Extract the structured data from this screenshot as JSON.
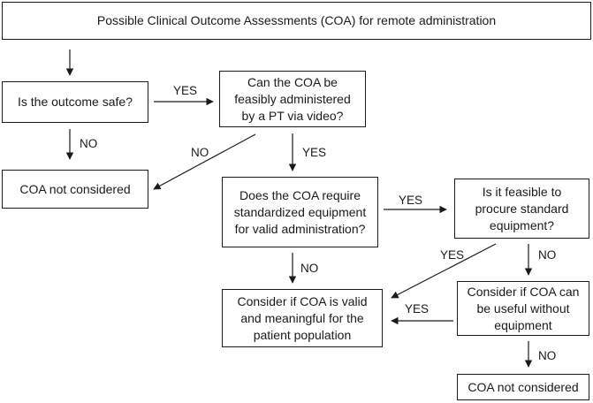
{
  "nodes": {
    "header": "Possible Clinical Outcome Assessments (COA) for remote administration",
    "safe": "Is the outcome safe?",
    "video": "Can the COA be feasibly administered by a PT via video?",
    "not_considered_1": "COA not considered",
    "equipment": "Does the COA require standardized equipment for valid administration?",
    "procure": "Is it feasible to procure standard equipment?",
    "valid": "Consider if COA is valid and meaningful for the patient population",
    "useful": "Consider if COA can be useful without equipment",
    "not_considered_2": "COA not considered"
  },
  "edges": {
    "safe_to_video": "YES",
    "safe_to_not_considered": "NO",
    "video_to_not_considered": "NO",
    "video_to_equipment": "YES",
    "equipment_to_procure": "YES",
    "equipment_to_valid": "NO",
    "procure_to_valid": "YES",
    "procure_to_useful": "NO",
    "useful_to_valid": "YES",
    "useful_to_not_considered": "NO"
  },
  "colors": {
    "stroke": "#1a1a1a",
    "background": "#ffffff"
  }
}
